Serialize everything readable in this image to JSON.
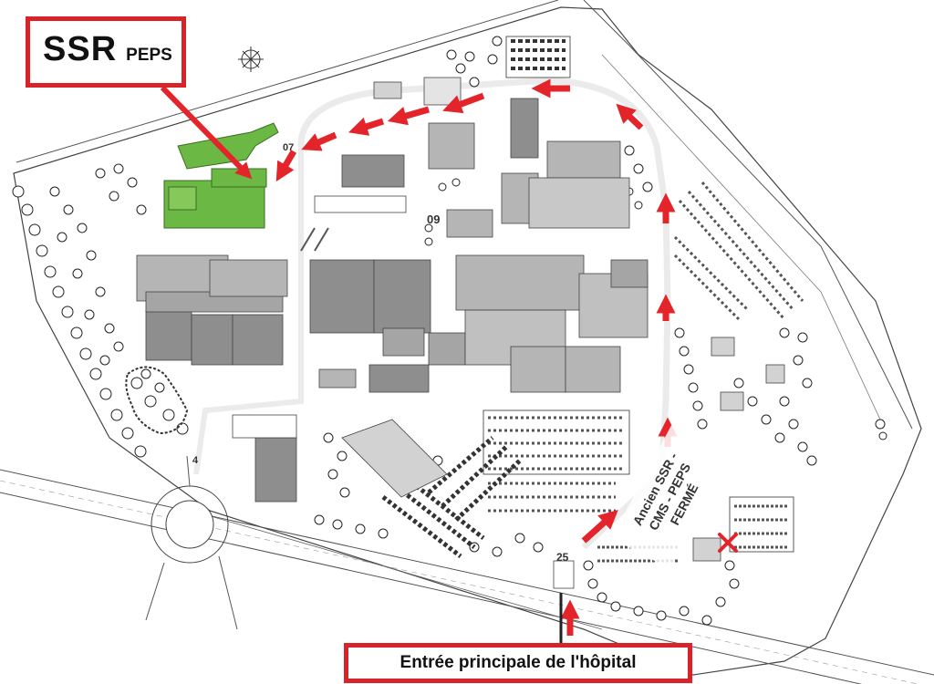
{
  "callouts": {
    "ssr_main": "SSR",
    "ssr_sub": "PEPS",
    "entrance": "Entrée principale de l'hôpital",
    "closed_site": [
      "Ancien SSR -",
      "CMS - PEPS",
      "FERMÉ"
    ]
  },
  "building_numbers": {
    "b07": "07",
    "b09": "09",
    "b4": "4",
    "b25": "25"
  },
  "colors": {
    "highlight_building": "#6cb844",
    "highlight_building_light": "#86c95a",
    "route_arrow": "#e3242b",
    "callout_border": "#d8232a",
    "building_dark": "#8e8e8e",
    "building_mid": "#b5b5b5",
    "building_light": "#d2d2d2"
  },
  "icons": {
    "closed_marker": "red-x-icon",
    "compass": "compass-rose-icon"
  }
}
